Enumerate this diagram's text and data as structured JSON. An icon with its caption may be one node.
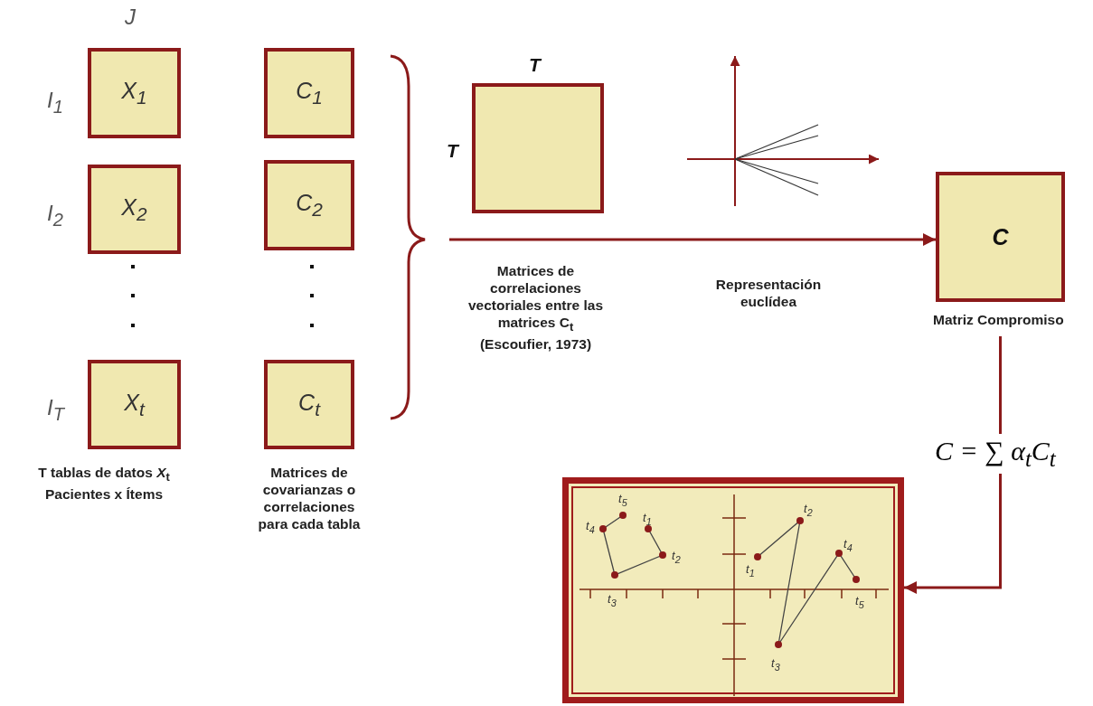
{
  "diagram": {
    "nodes": [
      {
        "text": [
          "X$_{1}$"
        ],
        "beside": [
          "J",
          "I$_{1}$"
        ]
      },
      {
        "text": [
          "X$_{2}$"
        ],
        "beside": [
          "I$_{2}$"
        ]
      },
      {
        "text": [
          "X$_{t}$"
        ],
        "beside": [
          "I$_{T}$"
        ]
      },
      {
        "text": [
          "C$_{1}$"
        ]
      },
      {
        "text": [
          "C$_{2}$"
        ]
      },
      {
        "text": [
          "C$_{t}$"
        ]
      },
      {
        "text": [],
        "shape": "box",
        "beside": [
          "T",
          "T"
        ]
      },
      {
        "text": [
          "C"
        ],
        "beside": [
          "Matriz Compromiso"
        ]
      },
      {
        "text": [],
        "shape": "picture"
      }
    ],
    "edges": [
      {
        "from": null,
        "to": 7,
        "arrow": "to"
      },
      {
        "from": 7,
        "to": 8,
        "arrow": "to",
        "label": "C = ∑ α$_{t}$C$_{t}$"
      }
    ],
    "labels": [
      "T tablas de datos *X*$_{t}$ Pacientes x Ítems",
      "Matrices de covarianzas o correlaciones para cada tabla",
      "Matrices de correlaciones vectoriales entre las matrices C$_{t}$ (Escoufier, 1973)",
      "Representación euclídea",
      "t$_{5}$",
      "t$_{4}$",
      "t$_{1}$",
      "t$_{2}$",
      "t$_{3}$",
      "t$_{2}$",
      "t$_{4}$",
      "t$_{1}$",
      "t$_{5}$",
      "t$_{3}$"
    ]
  }
}
